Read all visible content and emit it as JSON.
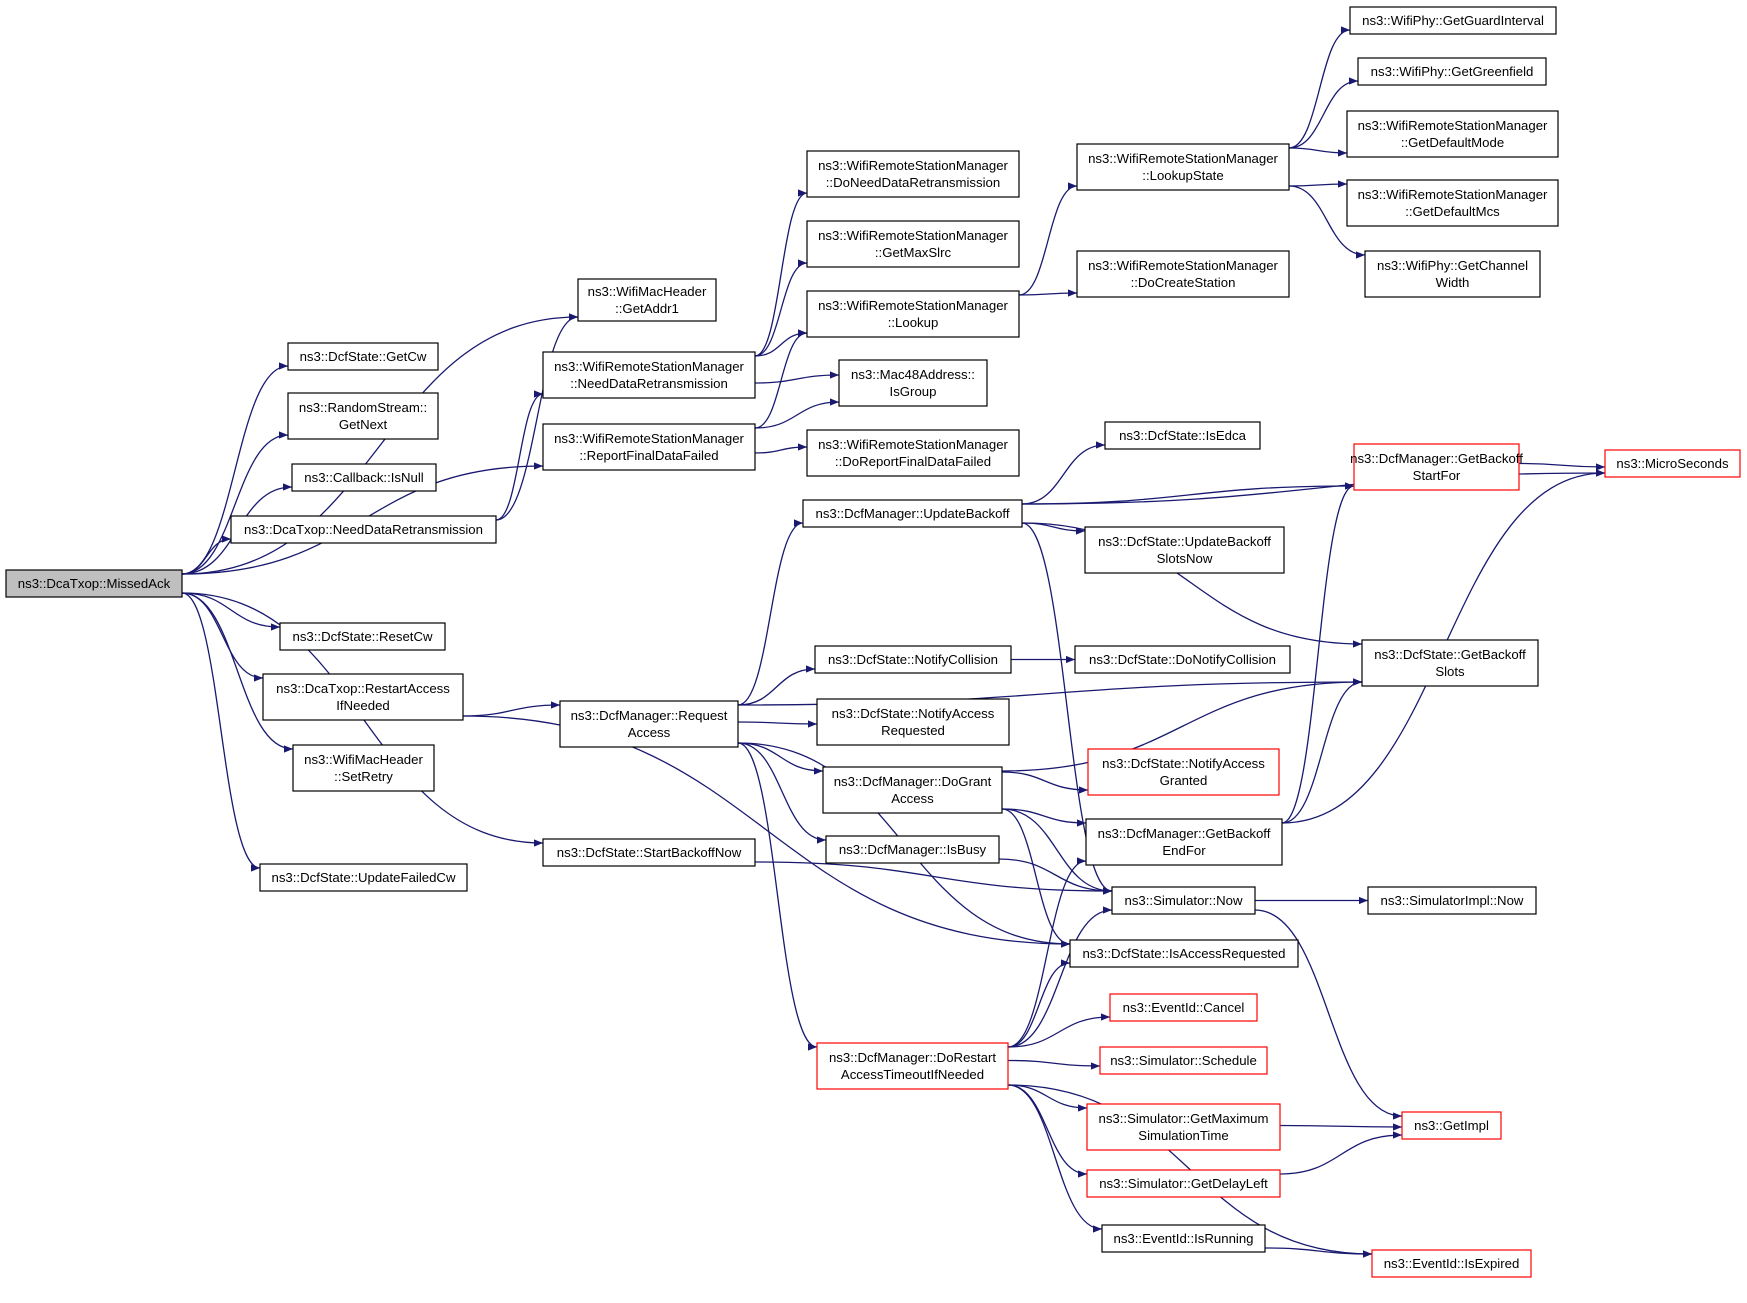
{
  "colors": {
    "edge": "#191970",
    "node_border": "#000000",
    "truncated_border": "#ff0000",
    "root_fill": "#bfbfbf",
    "fill": "#ffffff"
  },
  "nodes": {
    "root": {
      "lines": [
        "ns3::DcaTxop::MissedAck"
      ],
      "style": "root"
    },
    "getaddr1": {
      "lines": [
        "ns3::WifiMacHeader",
        "::GetAddr1"
      ],
      "style": "normal"
    },
    "getcw": {
      "lines": [
        "ns3::DcfState::GetCw"
      ],
      "style": "normal"
    },
    "getnext": {
      "lines": [
        "ns3::RandomStream::",
        "GetNext"
      ],
      "style": "normal"
    },
    "isnull": {
      "lines": [
        "ns3::Callback::IsNull"
      ],
      "style": "normal"
    },
    "dcaneeddataretrans": {
      "lines": [
        "ns3::DcaTxop::NeedDataRetransmission"
      ],
      "style": "normal"
    },
    "resetcw": {
      "lines": [
        "ns3::DcfState::ResetCw"
      ],
      "style": "normal"
    },
    "restartaccess": {
      "lines": [
        "ns3::DcaTxop::RestartAccess",
        "IfNeeded"
      ],
      "style": "normal"
    },
    "setretry": {
      "lines": [
        "ns3::WifiMacHeader",
        "::SetRetry"
      ],
      "style": "normal"
    },
    "updatefailedcw": {
      "lines": [
        "ns3::DcfState::UpdateFailedCw"
      ],
      "style": "normal"
    },
    "wrsmneeddataretrans": {
      "lines": [
        "ns3::WifiRemoteStationManager",
        "::NeedDataRetransmission"
      ],
      "style": "normal"
    },
    "reportfinaldatafailed": {
      "lines": [
        "ns3::WifiRemoteStationManager",
        "::ReportFinalDataFailed"
      ],
      "style": "normal"
    },
    "startbackoffnow": {
      "lines": [
        "ns3::DcfState::StartBackoffNow"
      ],
      "style": "normal"
    },
    "requestaccess": {
      "lines": [
        "ns3::DcfManager::Request",
        "Access"
      ],
      "style": "normal"
    },
    "doneeddataretrans": {
      "lines": [
        "ns3::WifiRemoteStationManager",
        "::DoNeedDataRetransmission"
      ],
      "style": "normal"
    },
    "getmaxslrc": {
      "lines": [
        "ns3::WifiRemoteStationManager",
        "::GetMaxSlrc"
      ],
      "style": "normal"
    },
    "lookup": {
      "lines": [
        "ns3::WifiRemoteStationManager",
        "::Lookup"
      ],
      "style": "normal"
    },
    "isgroup": {
      "lines": [
        "ns3::Mac48Address::",
        "IsGroup"
      ],
      "style": "normal"
    },
    "doreportfinaldatafailed": {
      "lines": [
        "ns3::WifiRemoteStationManager",
        "::DoReportFinalDataFailed"
      ],
      "style": "normal"
    },
    "updatebackoff": {
      "lines": [
        "ns3::DcfManager::UpdateBackoff"
      ],
      "style": "normal"
    },
    "notifycollision": {
      "lines": [
        "ns3::DcfState::NotifyCollision"
      ],
      "style": "normal"
    },
    "notifyaccessrequested": {
      "lines": [
        "ns3::DcfState::NotifyAccess",
        "Requested"
      ],
      "style": "normal"
    },
    "dograntaccess": {
      "lines": [
        "ns3::DcfManager::DoGrant",
        "Access"
      ],
      "style": "normal"
    },
    "isbusy": {
      "lines": [
        "ns3::DcfManager::IsBusy"
      ],
      "style": "normal"
    },
    "dorestart": {
      "lines": [
        "ns3::DcfManager::DoRestart",
        "AccessTimeoutIfNeeded"
      ],
      "style": "truncated"
    },
    "lookupstate": {
      "lines": [
        "ns3::WifiRemoteStationManager",
        "::LookupState"
      ],
      "style": "normal"
    },
    "docreatestation": {
      "lines": [
        "ns3::WifiRemoteStationManager",
        "::DoCreateStation"
      ],
      "style": "normal"
    },
    "isedca": {
      "lines": [
        "ns3::DcfState::IsEdca"
      ],
      "style": "normal"
    },
    "updatebackoffslotsnow": {
      "lines": [
        "ns3::DcfState::UpdateBackoff",
        "SlotsNow"
      ],
      "style": "normal"
    },
    "donotifycollision": {
      "lines": [
        "ns3::DcfState::DoNotifyCollision"
      ],
      "style": "normal"
    },
    "notifyaccessgranted": {
      "lines": [
        "ns3::DcfState::NotifyAccess",
        "Granted"
      ],
      "style": "truncated"
    },
    "getbackoffendfor": {
      "lines": [
        "ns3::DcfManager::GetBackoff",
        "EndFor"
      ],
      "style": "normal"
    },
    "simnow": {
      "lines": [
        "ns3::Simulator::Now"
      ],
      "style": "normal"
    },
    "isaccessrequested": {
      "lines": [
        "ns3::DcfState::IsAccessRequested"
      ],
      "style": "normal"
    },
    "cancel": {
      "lines": [
        "ns3::EventId::Cancel"
      ],
      "style": "truncated"
    },
    "schedule": {
      "lines": [
        "ns3::Simulator::Schedule"
      ],
      "style": "truncated"
    },
    "getmaxsimtime": {
      "lines": [
        "ns3::Simulator::GetMaximum",
        "SimulationTime"
      ],
      "style": "truncated"
    },
    "getdelayleft": {
      "lines": [
        "ns3::Simulator::GetDelayLeft"
      ],
      "style": "truncated"
    },
    "isrunning": {
      "lines": [
        "ns3::EventId::IsRunning"
      ],
      "style": "normal"
    },
    "getguardinterval": {
      "lines": [
        "ns3::WifiPhy::GetGuardInterval"
      ],
      "style": "normal"
    },
    "getgreenfield": {
      "lines": [
        "ns3::WifiPhy::GetGreenfield"
      ],
      "style": "normal"
    },
    "getdefaultmode": {
      "lines": [
        "ns3::WifiRemoteStationManager",
        "::GetDefaultMode"
      ],
      "style": "normal"
    },
    "getdefaultmcs": {
      "lines": [
        "ns3::WifiRemoteStationManager",
        "::GetDefaultMcs"
      ],
      "style": "normal"
    },
    "getchannelwidth": {
      "lines": [
        "ns3::WifiPhy::GetChannel",
        "Width"
      ],
      "style": "normal"
    },
    "getbackoffstartfor": {
      "lines": [
        "ns3::DcfManager::GetBackoff",
        "StartFor"
      ],
      "style": "truncated"
    },
    "getbackoffslots": {
      "lines": [
        "ns3::DcfState::GetBackoff",
        "Slots"
      ],
      "style": "normal"
    },
    "microseconds": {
      "lines": [
        "ns3::MicroSeconds"
      ],
      "style": "truncated"
    },
    "simimplnow": {
      "lines": [
        "ns3::SimulatorImpl::Now"
      ],
      "style": "normal"
    },
    "getimpl": {
      "lines": [
        "ns3::GetImpl"
      ],
      "style": "truncated"
    },
    "isexpired": {
      "lines": [
        "ns3::EventId::IsExpired"
      ],
      "style": "truncated"
    }
  },
  "edges": [
    [
      "root",
      "getaddr1"
    ],
    [
      "root",
      "getcw"
    ],
    [
      "root",
      "getnext"
    ],
    [
      "root",
      "isnull"
    ],
    [
      "root",
      "dcaneeddataretrans"
    ],
    [
      "root",
      "reportfinaldatafailed"
    ],
    [
      "root",
      "resetcw"
    ],
    [
      "root",
      "restartaccess"
    ],
    [
      "root",
      "setretry"
    ],
    [
      "root",
      "startbackoffnow"
    ],
    [
      "root",
      "updatefailedcw"
    ],
    [
      "dcaneeddataretrans",
      "getaddr1"
    ],
    [
      "dcaneeddataretrans",
      "wrsmneeddataretrans"
    ],
    [
      "wrsmneeddataretrans",
      "doneeddataretrans"
    ],
    [
      "wrsmneeddataretrans",
      "getmaxslrc"
    ],
    [
      "wrsmneeddataretrans",
      "lookup"
    ],
    [
      "wrsmneeddataretrans",
      "isgroup"
    ],
    [
      "reportfinaldatafailed",
      "lookup"
    ],
    [
      "reportfinaldatafailed",
      "isgroup"
    ],
    [
      "reportfinaldatafailed",
      "doreportfinaldatafailed"
    ],
    [
      "lookup",
      "lookupstate"
    ],
    [
      "lookup",
      "docreatestation"
    ],
    [
      "lookupstate",
      "getguardinterval"
    ],
    [
      "lookupstate",
      "getgreenfield"
    ],
    [
      "lookupstate",
      "getdefaultmode"
    ],
    [
      "lookupstate",
      "getdefaultmcs"
    ],
    [
      "lookupstate",
      "getchannelwidth"
    ],
    [
      "restartaccess",
      "requestaccess"
    ],
    [
      "restartaccess",
      "isaccessrequested"
    ],
    [
      "startbackoffnow",
      "simnow"
    ],
    [
      "requestaccess",
      "updatebackoff"
    ],
    [
      "requestaccess",
      "getbackoffslots"
    ],
    [
      "requestaccess",
      "notifycollision"
    ],
    [
      "requestaccess",
      "notifyaccessrequested"
    ],
    [
      "requestaccess",
      "dograntaccess"
    ],
    [
      "requestaccess",
      "isbusy"
    ],
    [
      "requestaccess",
      "isaccessrequested"
    ],
    [
      "requestaccess",
      "dorestart"
    ],
    [
      "updatebackoff",
      "microseconds"
    ],
    [
      "updatebackoff",
      "getbackoffstartfor"
    ],
    [
      "updatebackoff",
      "isedca"
    ],
    [
      "updatebackoff",
      "getbackoffslots"
    ],
    [
      "updatebackoff",
      "updatebackoffslotsnow"
    ],
    [
      "updatebackoff",
      "simnow"
    ],
    [
      "notifycollision",
      "donotifycollision"
    ],
    [
      "dograntaccess",
      "getbackoffslots"
    ],
    [
      "dograntaccess",
      "notifyaccessgranted"
    ],
    [
      "dograntaccess",
      "getbackoffendfor"
    ],
    [
      "dograntaccess",
      "simnow"
    ],
    [
      "dograntaccess",
      "isaccessrequested"
    ],
    [
      "isbusy",
      "simnow"
    ],
    [
      "getbackoffendfor",
      "getbackoffstartfor"
    ],
    [
      "getbackoffendfor",
      "getbackoffslots"
    ],
    [
      "getbackoffendfor",
      "microseconds"
    ],
    [
      "getbackoffstartfor",
      "microseconds"
    ],
    [
      "simnow",
      "simimplnow"
    ],
    [
      "simnow",
      "getimpl"
    ],
    [
      "dorestart",
      "getbackoffendfor"
    ],
    [
      "dorestart",
      "simnow"
    ],
    [
      "dorestart",
      "isaccessrequested"
    ],
    [
      "dorestart",
      "cancel"
    ],
    [
      "dorestart",
      "schedule"
    ],
    [
      "dorestart",
      "getmaxsimtime"
    ],
    [
      "dorestart",
      "getdelayleft"
    ],
    [
      "dorestart",
      "isrunning"
    ],
    [
      "dorestart",
      "isexpired"
    ],
    [
      "getmaxsimtime",
      "getimpl"
    ],
    [
      "getdelayleft",
      "getimpl"
    ],
    [
      "isrunning",
      "isexpired"
    ]
  ]
}
